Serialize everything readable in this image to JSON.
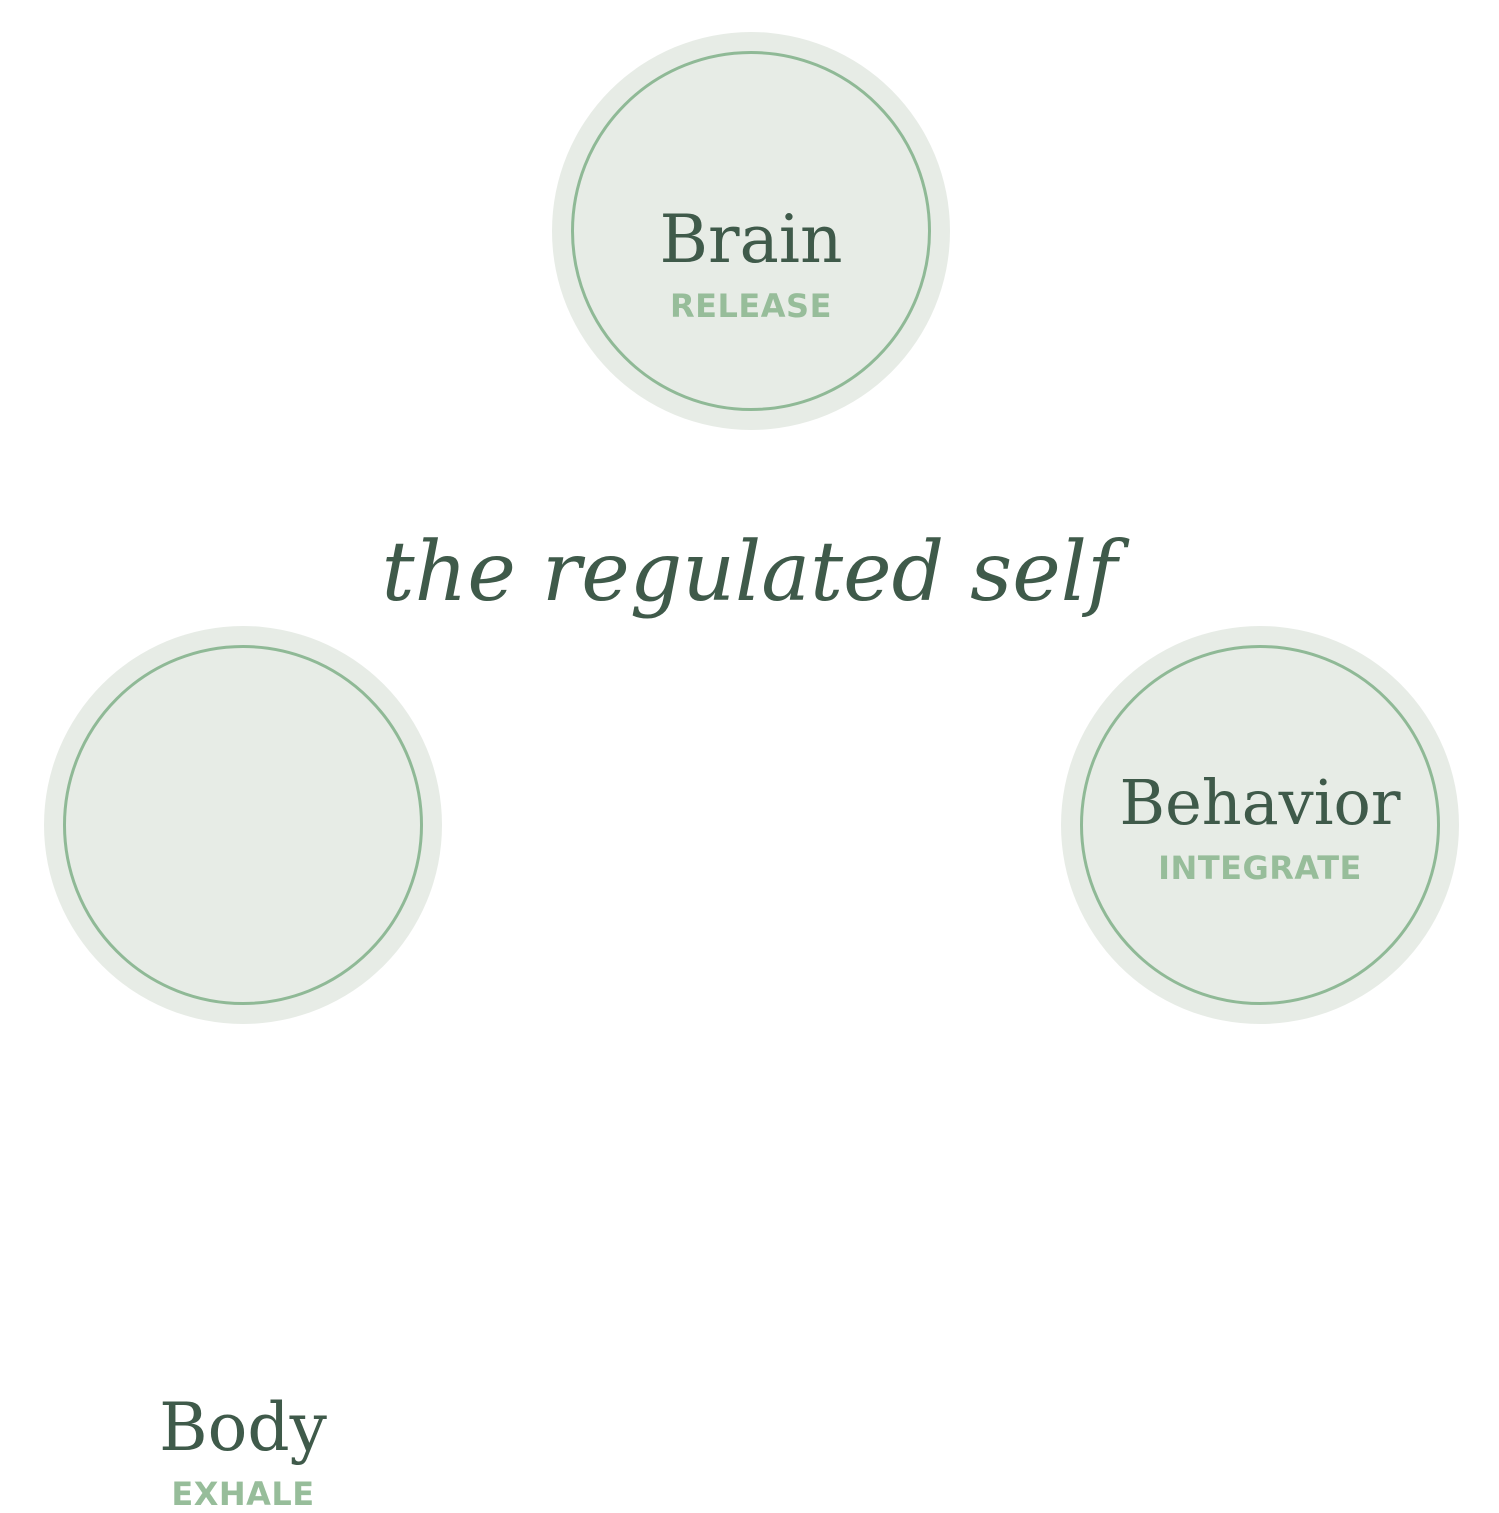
{
  "diagram": {
    "caption": "the regulated self",
    "nodes": [
      {
        "id": "brain",
        "title": "Brain",
        "subtitle": "RELEASE"
      },
      {
        "id": "body",
        "title": "Body",
        "subtitle": "EXHALE"
      },
      {
        "id": "behavior",
        "title": "Behavior",
        "subtitle": "INTEGRATE"
      }
    ],
    "colors": {
      "circle_fill": "#e7ece6",
      "ring": "#8fb996",
      "title_text": "#3f5a4a",
      "subtitle_text": "#97bd9a",
      "background": "#ffffff"
    }
  }
}
